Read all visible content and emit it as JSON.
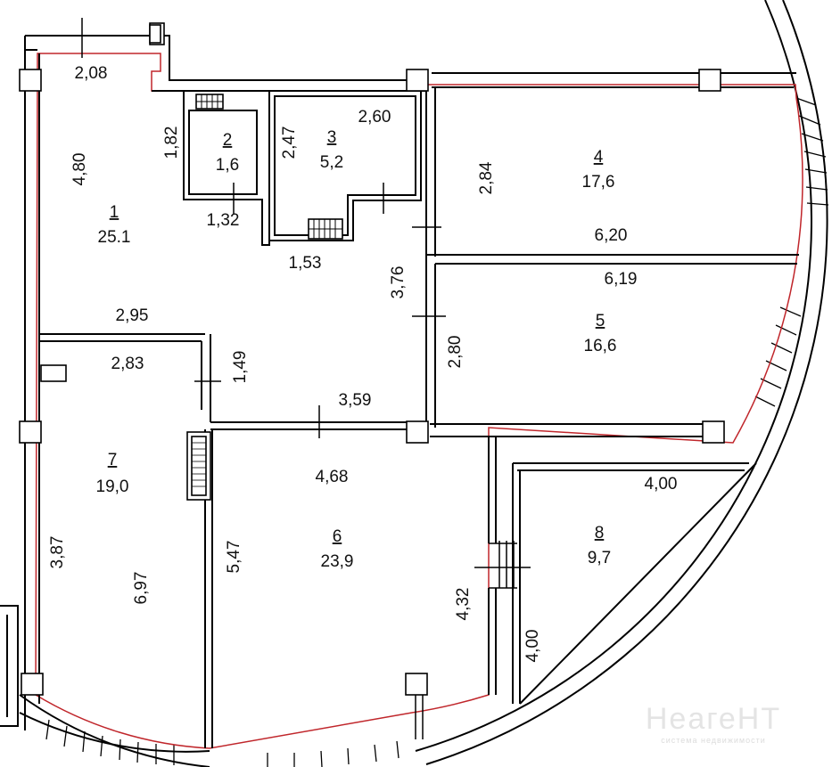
{
  "rooms": [
    {
      "number": "1",
      "area": "25.1"
    },
    {
      "number": "2",
      "area": "1,6"
    },
    {
      "number": "3",
      "area": "5,2"
    },
    {
      "number": "4",
      "area": "17,6"
    },
    {
      "number": "5",
      "area": "16,6"
    },
    {
      "number": "6",
      "area": "23,9"
    },
    {
      "number": "7",
      "area": "19,0"
    },
    {
      "number": "8",
      "area": "9,7"
    }
  ],
  "dimensions": {
    "top_hall": "2,08",
    "hall_height": "4,80",
    "bath2_height": "1,82",
    "bath2_width": "1,32",
    "bath3_height": "2,47",
    "bath3_width": "2,60",
    "bath3_bottom": "1,53",
    "room4_height": "2,84",
    "room4_width": "6,20",
    "room5_width": "6,19",
    "corridor_height": "3,76",
    "room5_height": "2,80",
    "room7_top": "2,95",
    "room7_width": "2,83",
    "door_height": "1,49",
    "room6_top": "3,59",
    "room6_width": "4,68",
    "room7_left": "3,87",
    "room7_height": "6,97",
    "room6_left": "5,47",
    "room6_right": "4,32",
    "room8_width": "4,00",
    "room8_height": "4,00"
  },
  "watermark": {
    "brand": "НеагеНТ",
    "tagline": "система недвижимости"
  }
}
